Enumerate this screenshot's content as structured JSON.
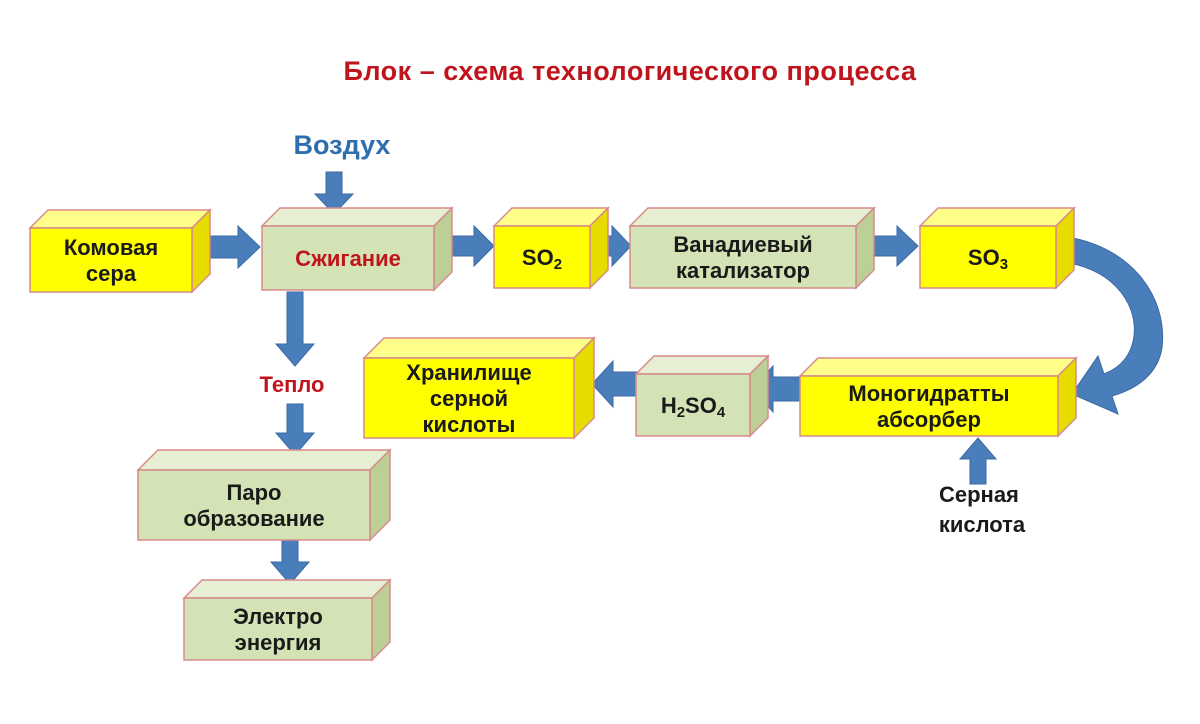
{
  "title": "Блок – схема  технологического процесса",
  "colors": {
    "title": "#c0141c",
    "accent_blue": "#2e6fae",
    "arrow_fill": "#4a7ebb",
    "arrow_stroke": "#3a6aa3",
    "yellow_front": "#ffff00",
    "yellow_top": "#ffff8a",
    "yellow_side": "#e6dc00",
    "green_front": "#d4e3b6",
    "green_top": "#e6efd4",
    "green_side": "#bccf96",
    "box_stroke": "#d88a8a",
    "text_dark": "#1a1a1a",
    "text_red": "#c0141c"
  },
  "labels": {
    "air": "Воздух",
    "heat": "Тепло",
    "sulfuric_acid_input": [
      "Серная",
      "кислота"
    ]
  },
  "nodes": [
    {
      "id": "lump-sulfur",
      "kind": "yellow",
      "lines": [
        "Комовая",
        "сера"
      ],
      "text_color": "dark"
    },
    {
      "id": "combustion",
      "kind": "green",
      "lines": [
        "Сжигание"
      ],
      "text_color": "red"
    },
    {
      "id": "so2",
      "kind": "yellow",
      "lines": [],
      "formula": {
        "main": "SO",
        "sub": "2"
      },
      "text_color": "dark"
    },
    {
      "id": "vanadium-catalyst",
      "kind": "green",
      "lines": [
        "Ванадиевый",
        "катализатор"
      ],
      "text_color": "dark"
    },
    {
      "id": "so3",
      "kind": "yellow",
      "lines": [],
      "formula": {
        "main": "SO",
        "sub": "3"
      },
      "text_color": "dark"
    },
    {
      "id": "monohydrate-absorber",
      "kind": "yellow",
      "lines": [
        "Моногидратты",
        "абсорбер"
      ],
      "text_color": "dark"
    },
    {
      "id": "h2so4",
      "kind": "green",
      "lines": [],
      "formula": {
        "pre": "H",
        "sub1": "2",
        "mid": "SO",
        "sub2": "4"
      },
      "text_color": "dark"
    },
    {
      "id": "acid-storage",
      "kind": "yellow",
      "lines": [
        "Хранилище",
        "серной",
        "кислоты"
      ],
      "text_color": "dark"
    },
    {
      "id": "steam-generation",
      "kind": "green",
      "lines": [
        "Паро",
        "образование"
      ],
      "text_color": "dark"
    },
    {
      "id": "electric-energy",
      "kind": "green",
      "lines": [
        "Электро",
        "энергия"
      ],
      "text_color": "dark"
    }
  ],
  "edges": [
    {
      "from": "lump-sulfur",
      "to": "combustion"
    },
    {
      "from": "air",
      "to": "combustion"
    },
    {
      "from": "combustion",
      "to": "so2"
    },
    {
      "from": "so2",
      "to": "vanadium-catalyst"
    },
    {
      "from": "vanadium-catalyst",
      "to": "so3"
    },
    {
      "from": "so3",
      "to": "monohydrate-absorber"
    },
    {
      "from": "sulfuric-acid-input",
      "to": "monohydrate-absorber"
    },
    {
      "from": "monohydrate-absorber",
      "to": "h2so4"
    },
    {
      "from": "h2so4",
      "to": "acid-storage"
    },
    {
      "from": "combustion",
      "to": "heat"
    },
    {
      "from": "heat",
      "to": "steam-generation"
    },
    {
      "from": "steam-generation",
      "to": "electric-energy"
    }
  ]
}
